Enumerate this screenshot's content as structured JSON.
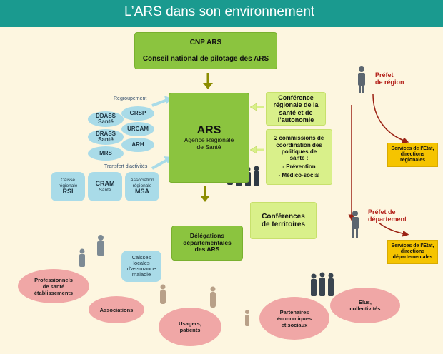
{
  "title": "L’ARS dans son environnement",
  "cnp": {
    "line1": "CNP ARS",
    "line2": "Conseil national de pilotage des ARS"
  },
  "ars": {
    "name": "ARS",
    "subtitle": "Agence Régionale\nde Santé"
  },
  "conference_regionale": "Conférence\nrégionale de  la\nsanté et de\nl’autonomie",
  "commissions": {
    "text": "2 commissions de\ncoordination des\npolitiques de\nsanté :",
    "item1": "- Prévention",
    "item2": "- Médico-social"
  },
  "conferences_territoires": "Conférences\nde territoires",
  "delegations": "Délégations\ndépartementales\ndes ARS",
  "regroupement_label": "Regroupement",
  "transfert_label": "Transfert d’activités",
  "regrouped": [
    "DDASS\nSanté",
    "GRSP",
    "URCAM",
    "DRASS\nSanté",
    "ARH",
    "MRS"
  ],
  "transfers": [
    {
      "line1": "Caisse",
      "line2": "régionale",
      "big": "RSI"
    },
    {
      "line1": "",
      "line2": "CRAM",
      "big": "Santé"
    },
    {
      "line1": "Association",
      "line2": "régionale",
      "big": "MSA"
    }
  ],
  "caisses_locales": "Caisses\nlocales\nd’assurance\nmaladie",
  "prefet_region": "Préfet\nde région",
  "services_regionaux": "Services de l’Etat,\ndirections\nrégionales",
  "prefet_departement": "Préfet de\ndépartement",
  "services_departementaux": "Services de l’Etat,\ndirections\ndépartementales",
  "actors": {
    "professionnels": "Professionnels\nde santé\nétablissements",
    "associations": "Associations",
    "usagers": "Usagers,\npatients",
    "partenaires": "Partenaires\néconomiques\net sociaux",
    "elus": "Elus,\ncollectivités"
  },
  "colors": {
    "header": "#1a9a8f",
    "background": "#fdf6e0",
    "green": "#8bc43f",
    "lime": "#d9f08a",
    "yellow": "#f5c400",
    "blue": "#a9dbe8",
    "pink": "#f0a7a6",
    "arrow_olive": "#8c8c00",
    "arrow_red": "#9b2214"
  }
}
